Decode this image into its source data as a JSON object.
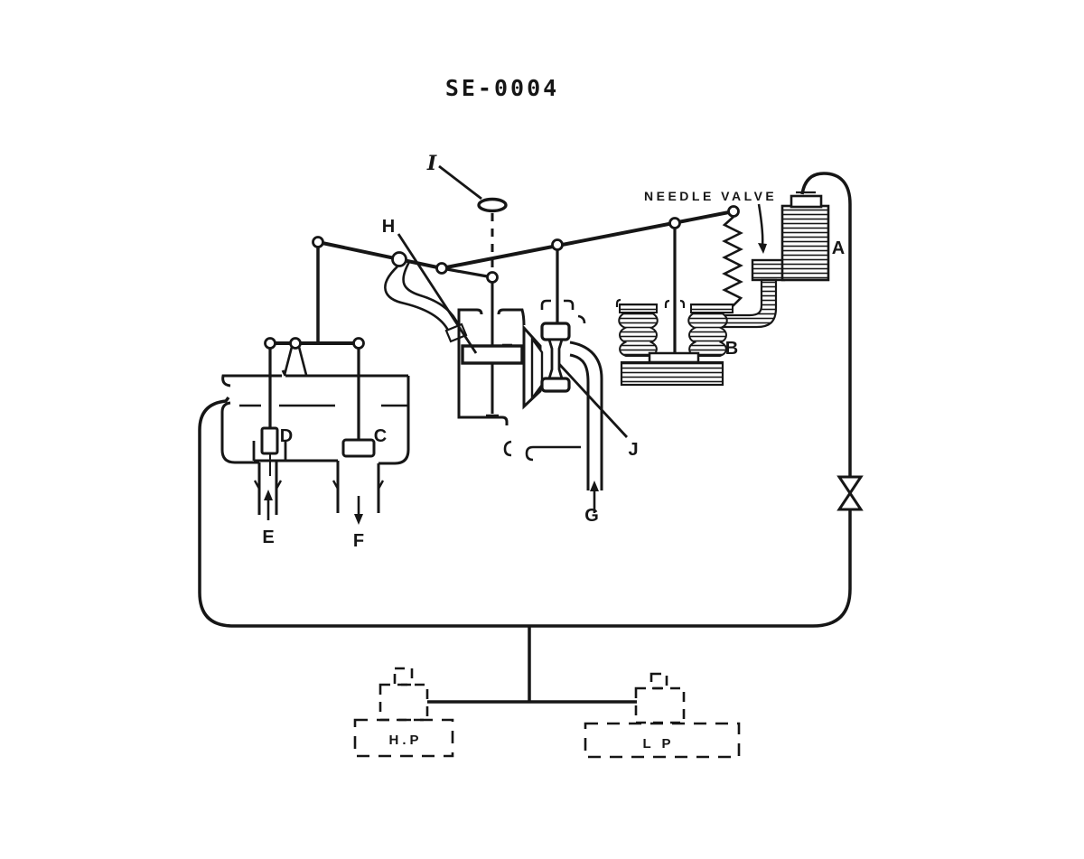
{
  "title": "SE-0004",
  "colors": {
    "ink": "#161616",
    "paper": "#ffffff"
  },
  "labels": {
    "i": "I",
    "h": "H",
    "needle_valve": "NEEDLE VALVE",
    "a": "A",
    "b": "B",
    "c": "C",
    "d": "D",
    "e": "E",
    "f": "F",
    "g": "G",
    "j": "J",
    "hp": "H.P",
    "lp": "L P"
  }
}
